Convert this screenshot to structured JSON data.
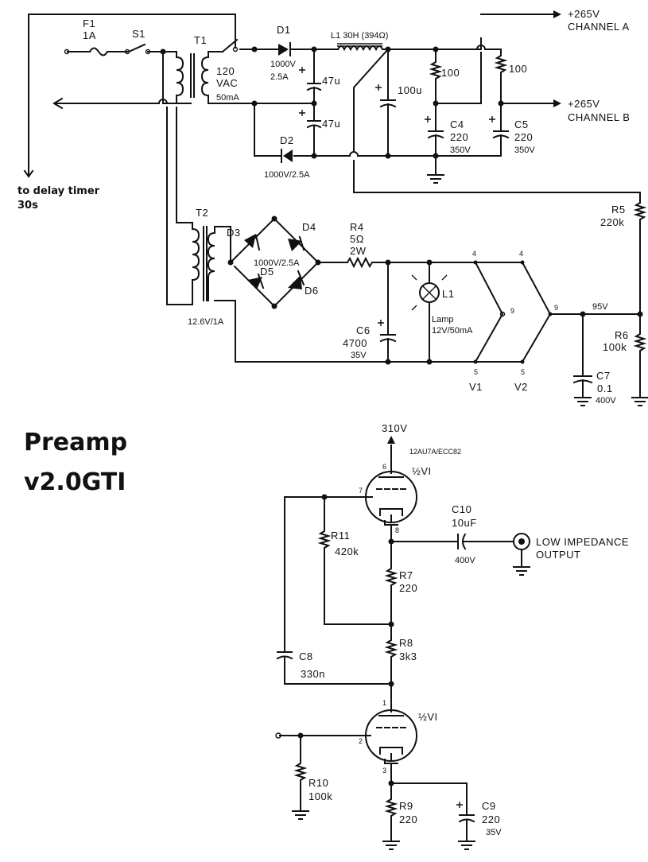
{
  "title_line1": "Preamp",
  "title_line2": "v2.0GTI",
  "psu": {
    "f1_name": "F1",
    "f1_value": "1A",
    "s1": "S1",
    "t1": "T1",
    "t1_v": "120",
    "t1_vac": "VAC",
    "t1_ma": "50mA",
    "d1": "D1",
    "d1_v": "1000V",
    "d1_a": "2.5A",
    "d2": "D2",
    "d2_rating": "1000V/2.5A",
    "l1": "L1 30H (394Ω)",
    "c_47a": "47u",
    "c_47b": "47u",
    "c_100u": "100u",
    "r_100a": "100",
    "r_100b": "100",
    "c4": "C4",
    "c4_v": "220",
    "c4_r": "350V",
    "c5": "C5",
    "c5_v": "220",
    "c5_r": "350V",
    "out_a_v": "+265V",
    "out_a_n": "CHANNEL A",
    "out_b_v": "+265V",
    "out_b_n": "CHANNEL B",
    "delay_1": "to delay timer",
    "delay_2": "30s",
    "r5": "R5",
    "r5_v": "220k",
    "t2": "T2",
    "d3": "D3",
    "d4": "D4",
    "d5": "D5",
    "d6": "D6",
    "bridge": "1000V/2.5A",
    "r4": "R4",
    "r4_v": "5Ω",
    "r4_w": "2W",
    "lamp": "L1",
    "lamp_1": "Lamp",
    "lamp_2": "12V/50mA",
    "c6": "C6",
    "c6_v": "4700",
    "c6_r": "35V",
    "t2_sec": "12.6V/1A",
    "pin4a": "4",
    "pin4b": "4",
    "pin9a": "9",
    "pin9b": "9",
    "pin5a": "5",
    "pin5b": "5",
    "v1": "V1",
    "v2": "V2",
    "v95": "95V",
    "r6": "R6",
    "r6_v": "100k",
    "c7": "C7",
    "c7_v": "0.1",
    "c7_r": "400V"
  },
  "preamp": {
    "b_plus": "310V",
    "tube": "12AU7A/ECC82",
    "half_top": "½VI",
    "half_bot": "½VI",
    "pin6": "6",
    "pin7": "7",
    "pin8": "8",
    "pin1": "1",
    "pin2": "2",
    "pin3": "3",
    "r11": "R11",
    "r11_v": "420k",
    "c10": "C10",
    "c10_v": "10uF",
    "c10_r": "400V",
    "out_1": "LOW IMPEDANCE",
    "out_2": "OUTPUT",
    "r7": "R7",
    "r7_v": "220",
    "r8": "R8",
    "r8_v": "3k3",
    "c8": "C8",
    "c8_v": "330n",
    "r10": "R10",
    "r10_v": "100k",
    "r9": "R9",
    "r9_v": "220",
    "c9": "C9",
    "c9_v": "220",
    "c9_r": "35V"
  }
}
